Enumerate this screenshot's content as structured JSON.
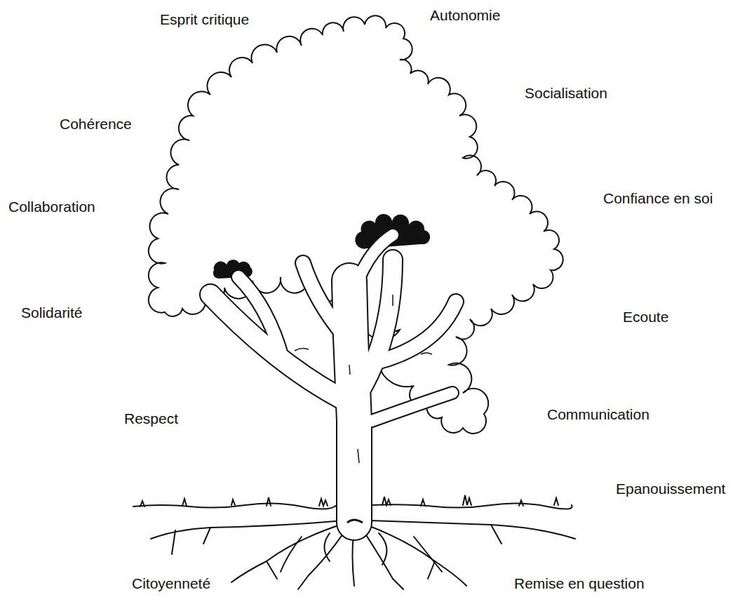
{
  "diagram": {
    "labels": [
      "Esprit critique",
      "Autonomie",
      "Socialisation",
      "Cohérence",
      "Confiance en soi",
      "Collaboration",
      "Solidarité",
      "Ecoute",
      "Respect",
      "Communication",
      "Epanouissement",
      "Citoyenneté",
      "Remise en question"
    ]
  }
}
